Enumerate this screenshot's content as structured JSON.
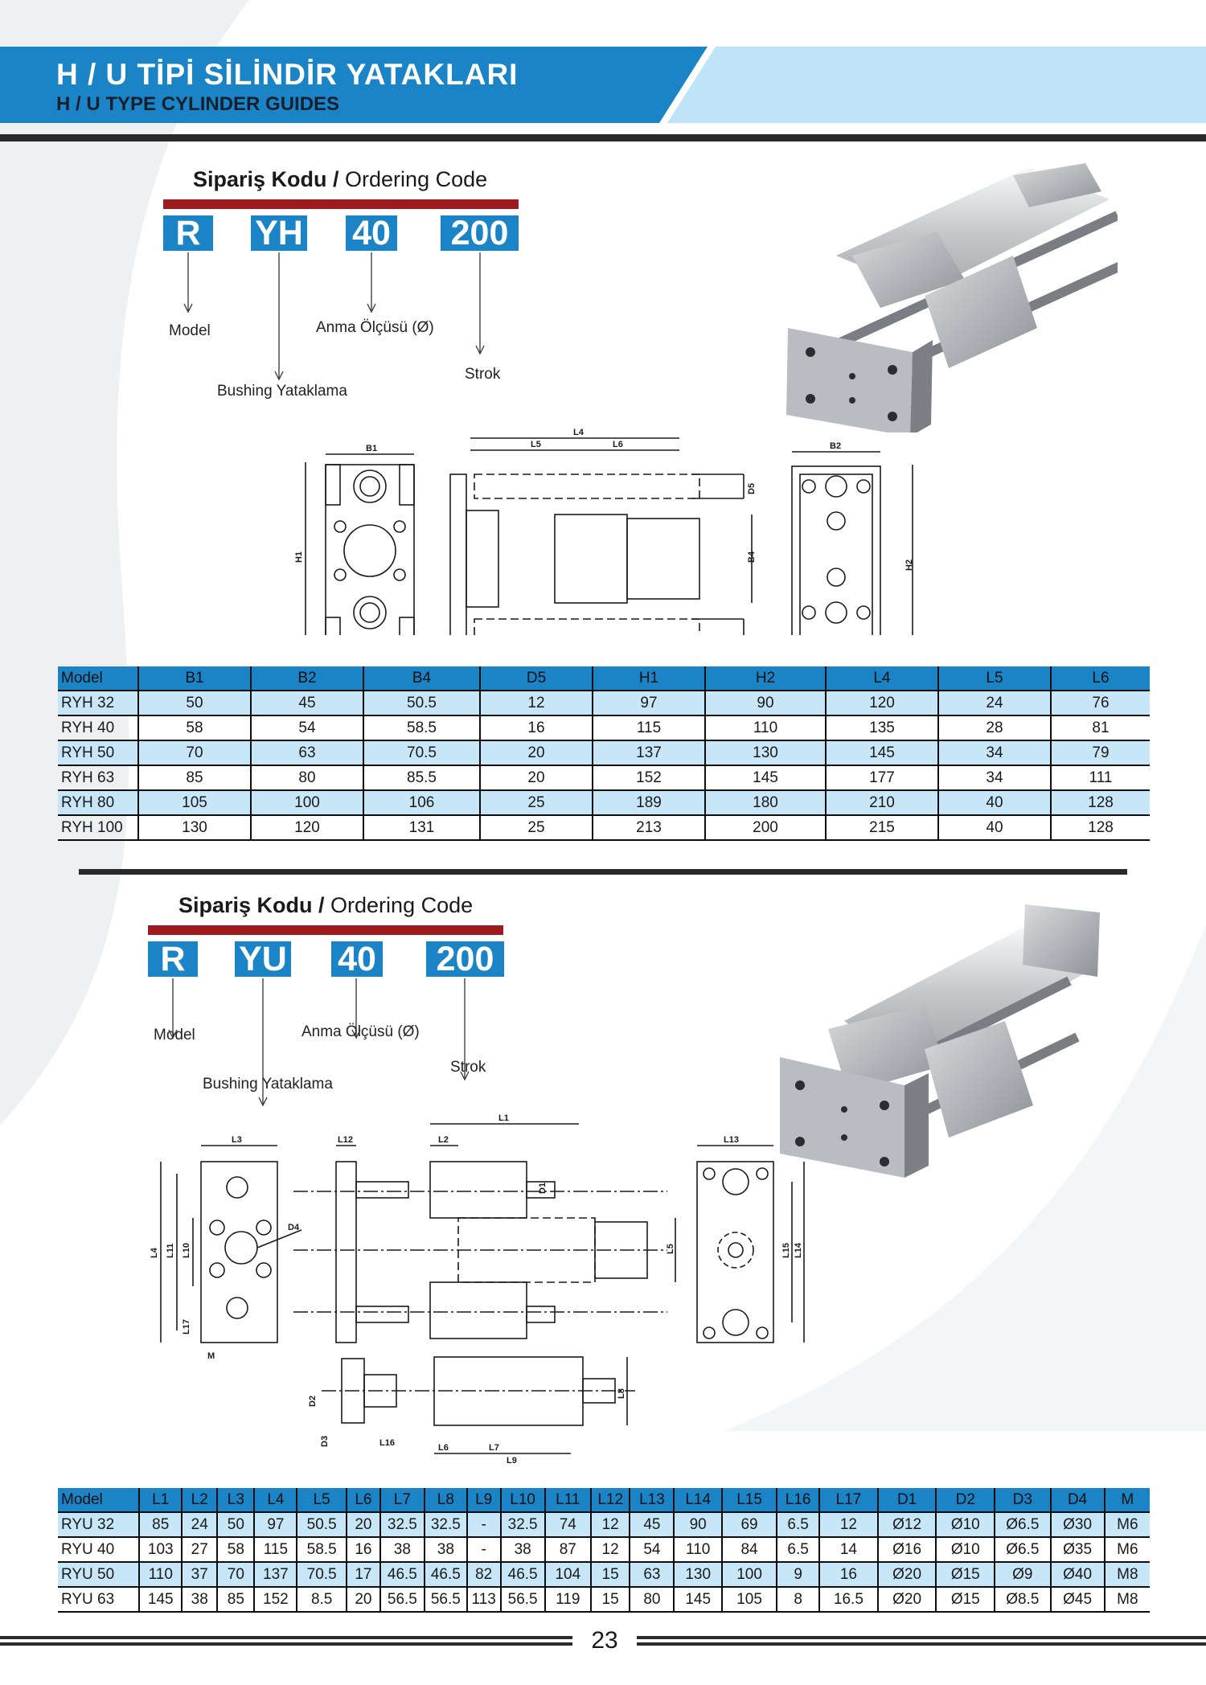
{
  "header": {
    "title_tr": "H / U TİPİ SİLİNDİR YATAKLARI",
    "title_en": "H / U TYPE CYLINDER GUIDES"
  },
  "section1": {
    "ordering_title_bold": "Sipariş Kodu /",
    "ordering_title_normal": " Ordering Code",
    "codes": [
      "R",
      "YH",
      "40",
      "200"
    ],
    "labels": {
      "model": "Model",
      "bushing": "Bushing Yataklama",
      "size": "Anma Ölçüsü (Ø)",
      "stroke": "Strok"
    },
    "drawing_labels": [
      "B1",
      "H1",
      "L4",
      "L5",
      "L6",
      "D5",
      "B4",
      "B2",
      "H2"
    ],
    "table": {
      "headers": [
        "Model",
        "B1",
        "B2",
        "B4",
        "D5",
        "H1",
        "H2",
        "L4",
        "L5",
        "L6"
      ],
      "rows": [
        [
          "RYH 32",
          "50",
          "45",
          "50.5",
          "12",
          "97",
          "90",
          "120",
          "24",
          "76"
        ],
        [
          "RYH 40",
          "58",
          "54",
          "58.5",
          "16",
          "115",
          "110",
          "135",
          "28",
          "81"
        ],
        [
          "RYH 50",
          "70",
          "63",
          "70.5",
          "20",
          "137",
          "130",
          "145",
          "34",
          "79"
        ],
        [
          "RYH 63",
          "85",
          "80",
          "85.5",
          "20",
          "152",
          "145",
          "177",
          "34",
          "111"
        ],
        [
          "RYH 80",
          "105",
          "100",
          "106",
          "25",
          "189",
          "180",
          "210",
          "40",
          "128"
        ],
        [
          "RYH 100",
          "130",
          "120",
          "131",
          "25",
          "213",
          "200",
          "215",
          "40",
          "128"
        ]
      ]
    }
  },
  "section2": {
    "ordering_title_bold": "Sipariş Kodu /",
    "ordering_title_normal": " Ordering Code",
    "codes": [
      "R",
      "YU",
      "40",
      "200"
    ],
    "labels": {
      "model": "Model",
      "bushing": "Bushing Yataklama",
      "size": "Anma Ölçüsü (Ø)",
      "stroke": "Strok"
    },
    "drawing_labels": [
      "L3",
      "D4",
      "L4",
      "L11",
      "L10",
      "L17",
      "M",
      "L12",
      "L2",
      "L1",
      "D1",
      "L5",
      "L13",
      "L15",
      "L14",
      "D2",
      "D3",
      "L16",
      "L6",
      "L7",
      "L9",
      "L8"
    ],
    "table": {
      "headers": [
        "Model",
        "L1",
        "L2",
        "L3",
        "L4",
        "L5",
        "L6",
        "L7",
        "L8",
        "L9",
        "L10",
        "L11",
        "L12",
        "L13",
        "L14",
        "L15",
        "L16",
        "L17",
        "D1",
        "D2",
        "D3",
        "D4",
        "M"
      ],
      "rows": [
        [
          "RYU 32",
          "85",
          "24",
          "50",
          "97",
          "50.5",
          "20",
          "32.5",
          "32.5",
          "-",
          "32.5",
          "74",
          "12",
          "45",
          "90",
          "69",
          "6.5",
          "12",
          "Ø12",
          "Ø10",
          "Ø6.5",
          "Ø30",
          "M6"
        ],
        [
          "RYU 40",
          "103",
          "27",
          "58",
          "115",
          "58.5",
          "16",
          "38",
          "38",
          "-",
          "38",
          "87",
          "12",
          "54",
          "110",
          "84",
          "6.5",
          "14",
          "Ø16",
          "Ø10",
          "Ø6.5",
          "Ø35",
          "M6"
        ],
        [
          "RYU 50",
          "110",
          "37",
          "70",
          "137",
          "70.5",
          "17",
          "46.5",
          "46.5",
          "82",
          "46.5",
          "104",
          "15",
          "63",
          "130",
          "100",
          "9",
          "16",
          "Ø20",
          "Ø15",
          "Ø9",
          "Ø40",
          "M8"
        ],
        [
          "RYU 63",
          "145",
          "38",
          "85",
          "152",
          "8.5",
          "20",
          "56.5",
          "56.5",
          "113",
          "56.5",
          "119",
          "15",
          "80",
          "145",
          "105",
          "8",
          "16.5",
          "Ø20",
          "Ø15",
          "Ø8.5",
          "Ø45",
          "M8"
        ]
      ]
    }
  },
  "footer": {
    "page_number": "23"
  },
  "colors": {
    "brand_blue": "#1b84c6",
    "light_blue": "#c7e6f8",
    "accent_red": "#9e1b20"
  }
}
